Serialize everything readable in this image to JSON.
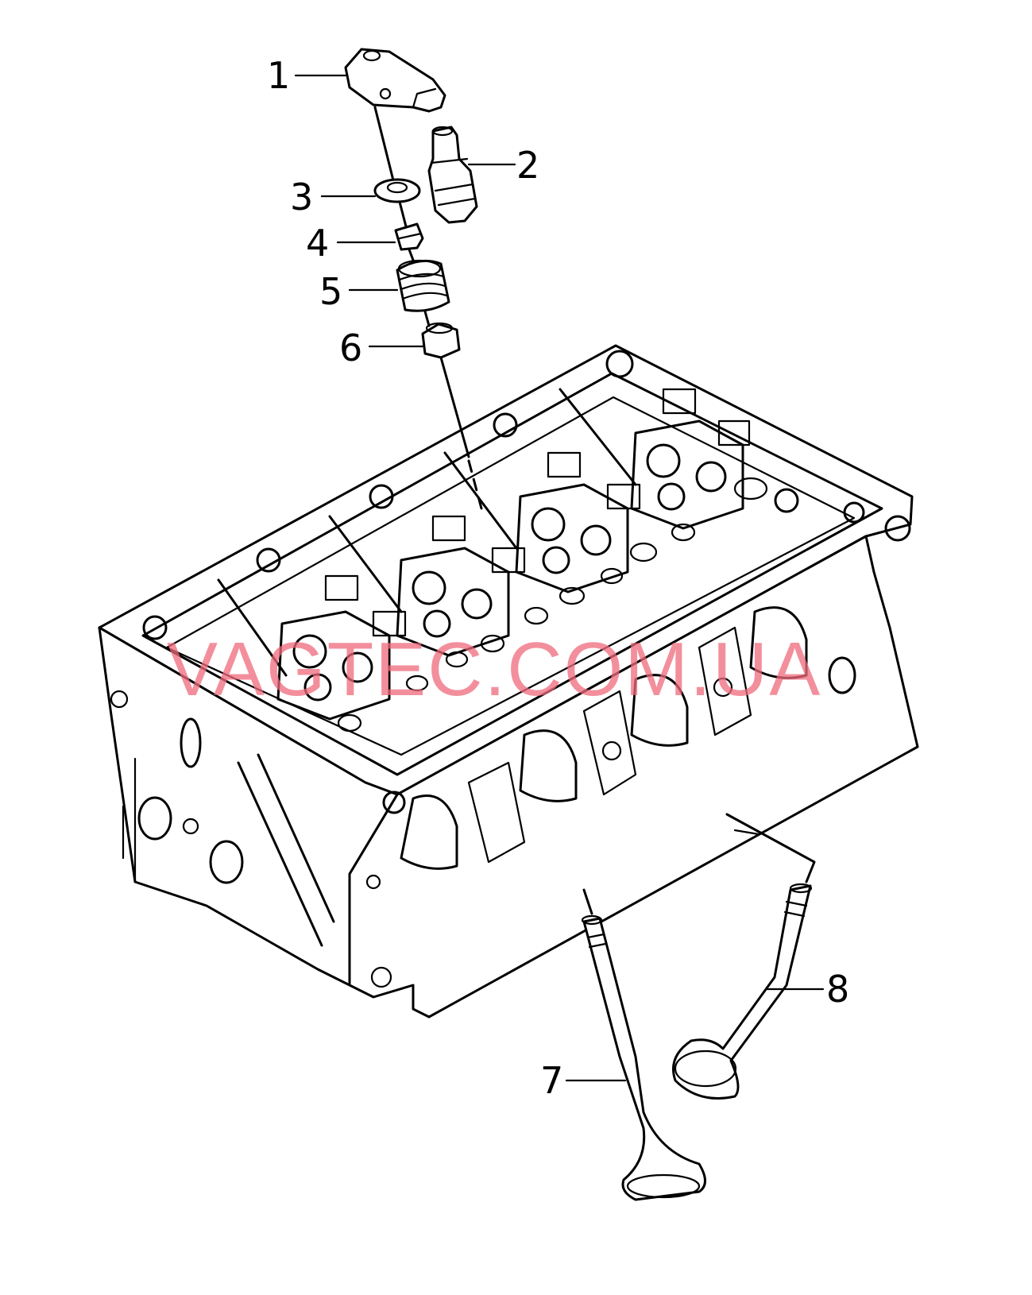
{
  "callouts": [
    {
      "id": "1",
      "label": "1"
    },
    {
      "id": "2",
      "label": "2"
    },
    {
      "id": "3",
      "label": "3"
    },
    {
      "id": "4",
      "label": "4"
    },
    {
      "id": "5",
      "label": "5"
    },
    {
      "id": "6",
      "label": "6"
    },
    {
      "id": "7",
      "label": "7"
    },
    {
      "id": "8",
      "label": "8"
    }
  ],
  "watermark": "VAGTEC.COM.UA"
}
